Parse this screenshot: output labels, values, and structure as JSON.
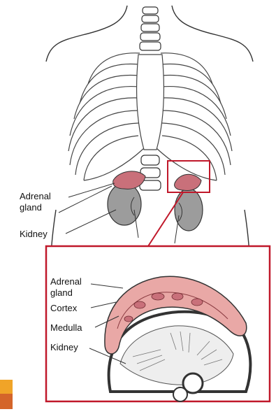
{
  "labels": {
    "body_adrenal_1": "Adrenal",
    "body_adrenal_2": "gland",
    "body_kidney": "Kidney",
    "inset_adrenal_1": "Adrenal",
    "inset_adrenal_2": "gland",
    "inset_cortex": "Cortex",
    "inset_medulla": "Medulla",
    "inset_kidney": "Kidney"
  },
  "colors": {
    "gland": "#c9707a",
    "gland_light": "#e9a8a6",
    "kidney": "#9c9c9c",
    "frame": "#c0182a",
    "corner_top": "#f0a428",
    "corner_bottom": "#d4652a"
  }
}
